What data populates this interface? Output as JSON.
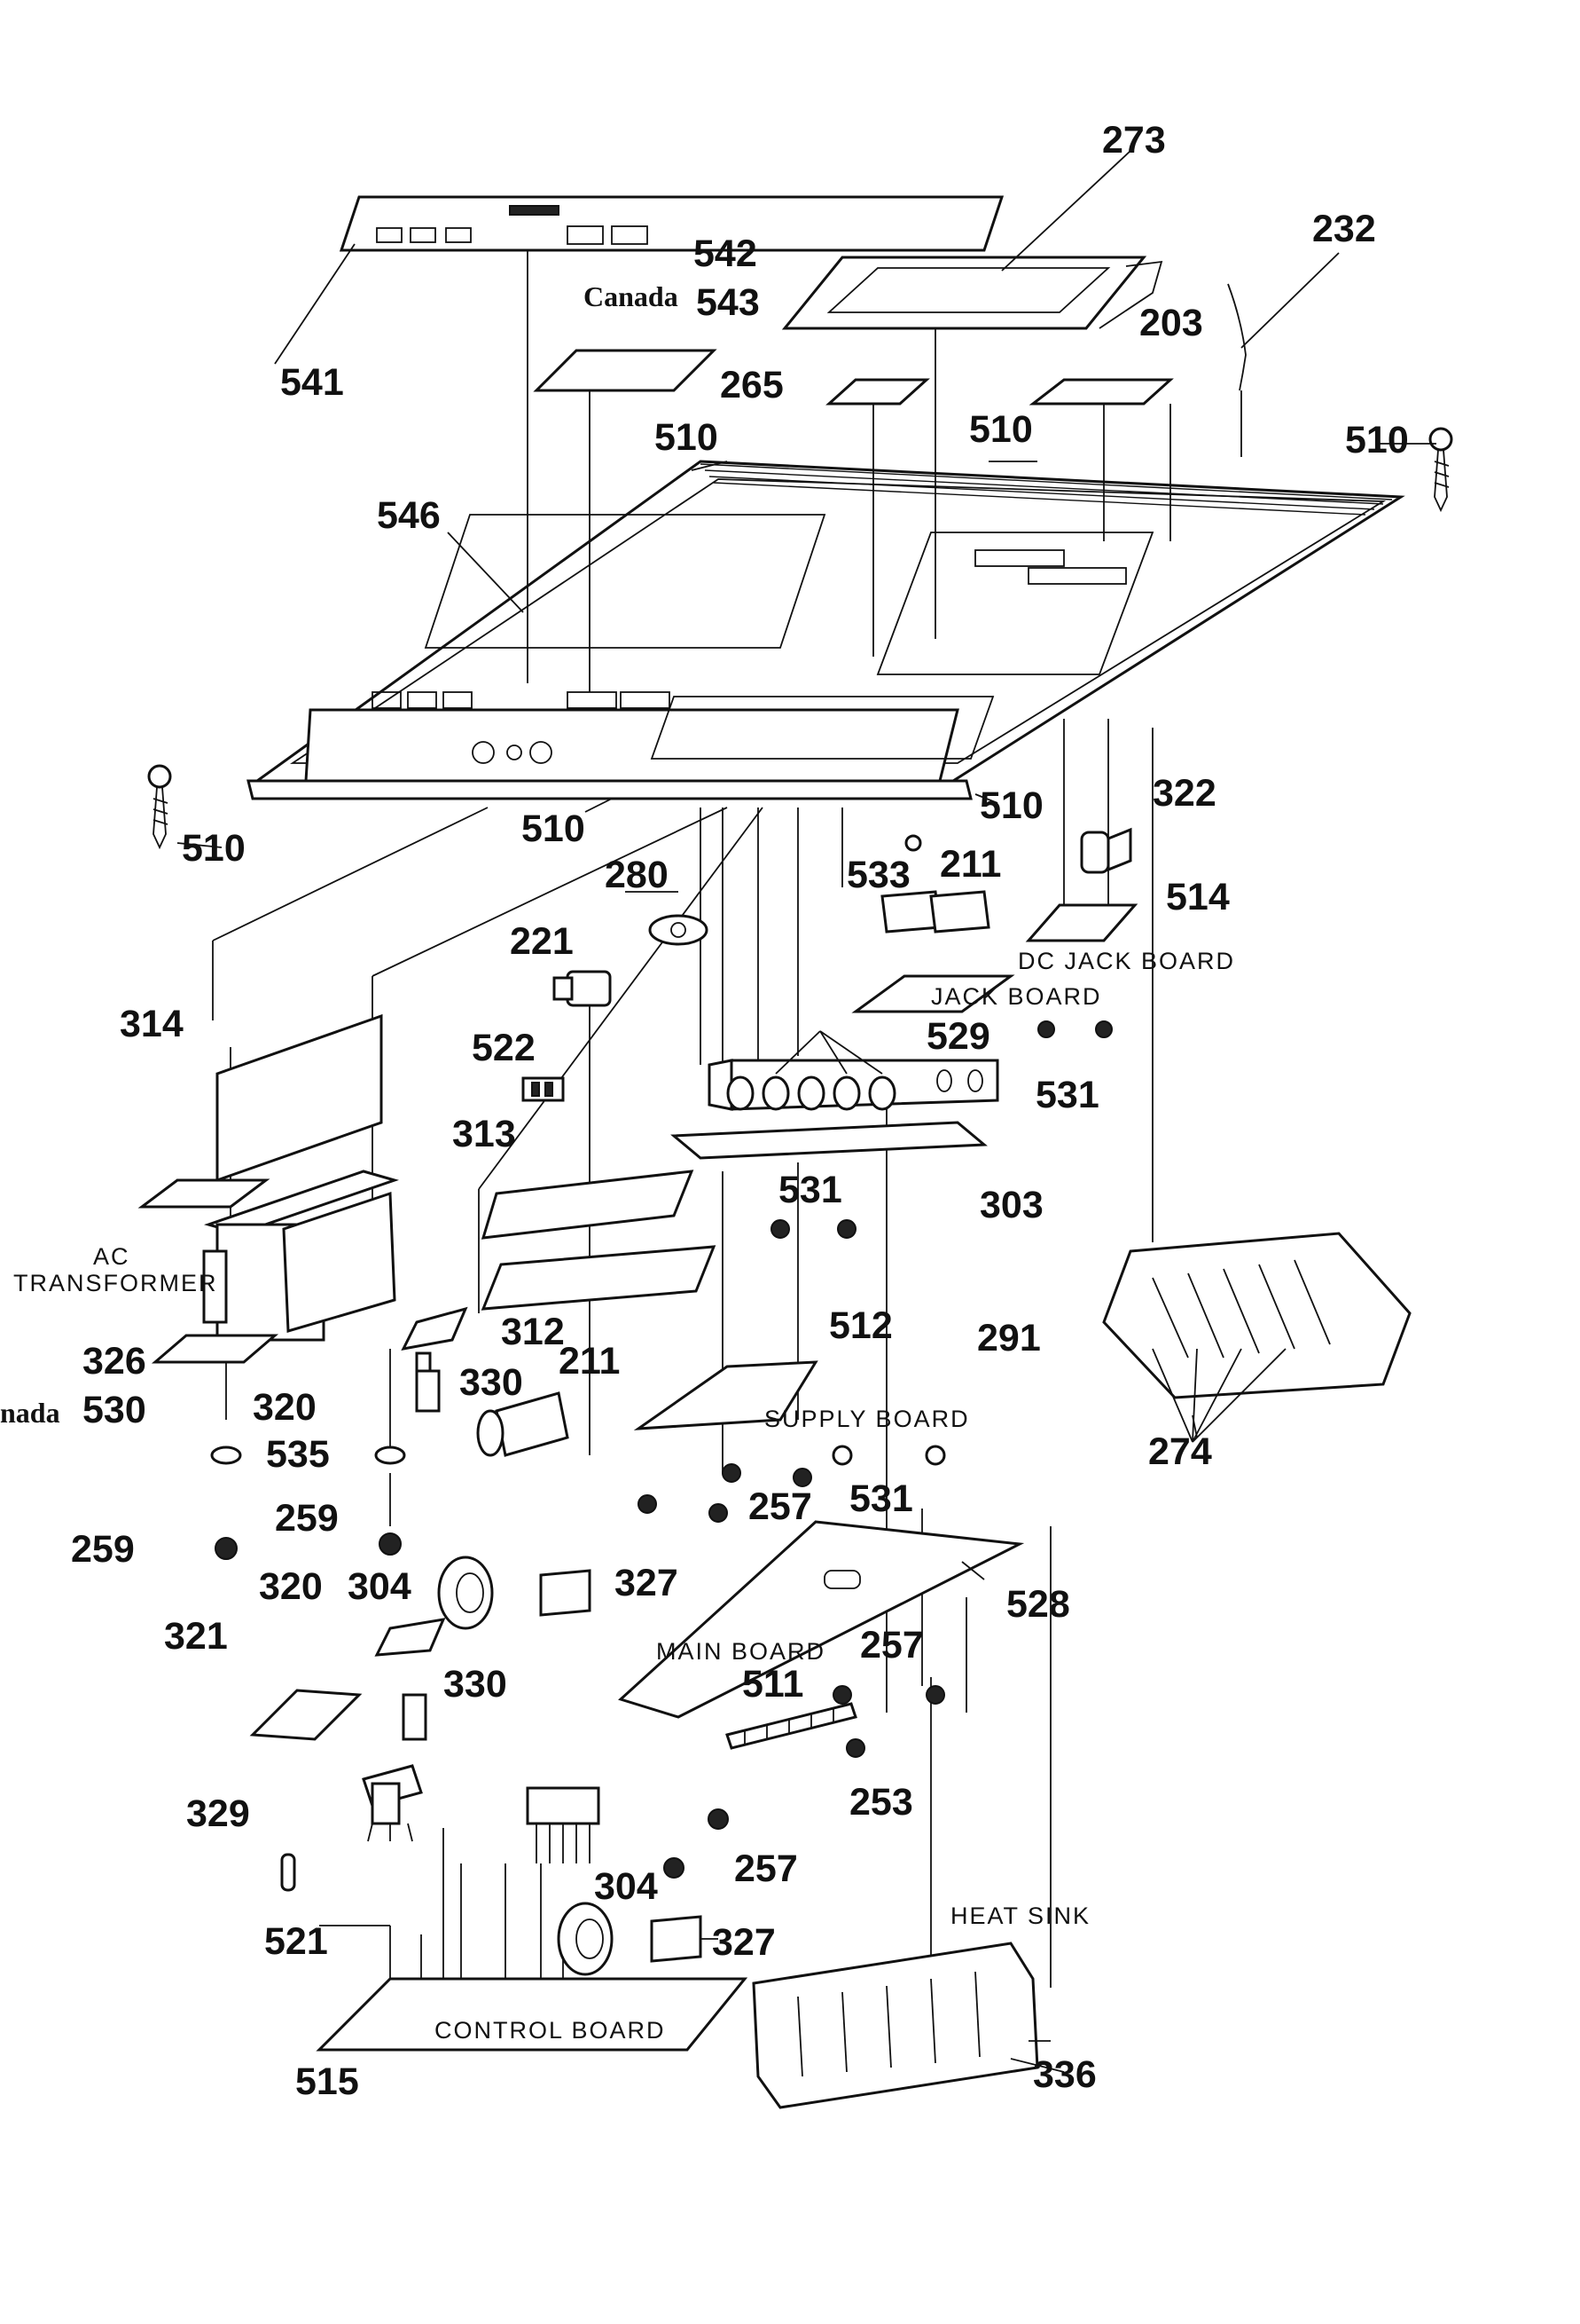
{
  "parts": {
    "p273": "273",
    "p232": "232",
    "p542": "542",
    "p543": "543",
    "p541": "541",
    "p203": "203",
    "p265": "265",
    "p510a": "510",
    "p510b": "510",
    "p510c": "510",
    "p546": "546",
    "p510d": "510",
    "p510e": "510",
    "p510f": "510",
    "p322": "322",
    "p533": "533",
    "p211a": "211",
    "p280": "280",
    "p514": "514",
    "p221": "221",
    "p314": "314",
    "p529": "529",
    "p522": "522",
    "p531a": "531",
    "p313": "313",
    "p303": "303",
    "p531b": "531",
    "p326": "326",
    "p312": "312",
    "p512": "512",
    "p291": "291",
    "p320a": "320",
    "p330a": "330",
    "p211b": "211",
    "p530": "530",
    "p274": "274",
    "p535": "535",
    "p257a": "257",
    "p531c": "531",
    "p259a": "259",
    "p259b": "259",
    "p320b": "320",
    "p304a": "304",
    "p327a": "327",
    "p528": "528",
    "p321": "321",
    "p257b": "257",
    "p511": "511",
    "p330b": "330",
    "p329": "329",
    "p253": "253",
    "p257c": "257",
    "p304b": "304",
    "p521": "521",
    "p327b": "327",
    "p515": "515",
    "p336": "336"
  },
  "captions": {
    "canada1": "Canada",
    "canada2": "nada",
    "dc_jack_board": "DC JACK BOARD",
    "jack_board": "JACK BOARD",
    "ac_line1": "AC",
    "ac_line2": "TRANSFORMER",
    "supply_board": "SUPPLY BOARD",
    "main_board": "MAIN BOARD",
    "heat_sink": "HEAT SINK",
    "control_board": "CONTROL BOARD"
  }
}
